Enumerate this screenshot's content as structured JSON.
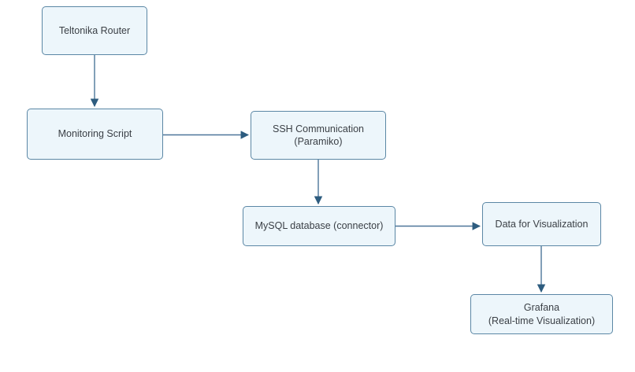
{
  "diagram": {
    "type": "flowchart",
    "background": "#ffffff",
    "colors": {
      "node_fill": "#edf6fb",
      "node_border": "#5b87a5",
      "arrow_line": "#4d7699",
      "arrow_head": "#2d5c7f",
      "text": "#3b4046"
    },
    "nodes": [
      {
        "id": "teltonika-router",
        "label": "Teltonika Router"
      },
      {
        "id": "monitoring-script",
        "label": "Monitoring Script"
      },
      {
        "id": "ssh-communication",
        "label": "SSH Communication\n(Paramiko)"
      },
      {
        "id": "mysql-database",
        "label": "MySQL database (connector)"
      },
      {
        "id": "data-for-visualization",
        "label": "Data for Visualization"
      },
      {
        "id": "grafana",
        "label": "Grafana\n(Real-time Visualization)"
      }
    ],
    "edges": [
      {
        "from": "teltonika-router",
        "to": "monitoring-script",
        "direction": "down"
      },
      {
        "from": "monitoring-script",
        "to": "ssh-communication",
        "direction": "right"
      },
      {
        "from": "ssh-communication",
        "to": "mysql-database",
        "direction": "down"
      },
      {
        "from": "mysql-database",
        "to": "data-for-visualization",
        "direction": "right"
      },
      {
        "from": "data-for-visualization",
        "to": "grafana",
        "direction": "down"
      }
    ]
  }
}
